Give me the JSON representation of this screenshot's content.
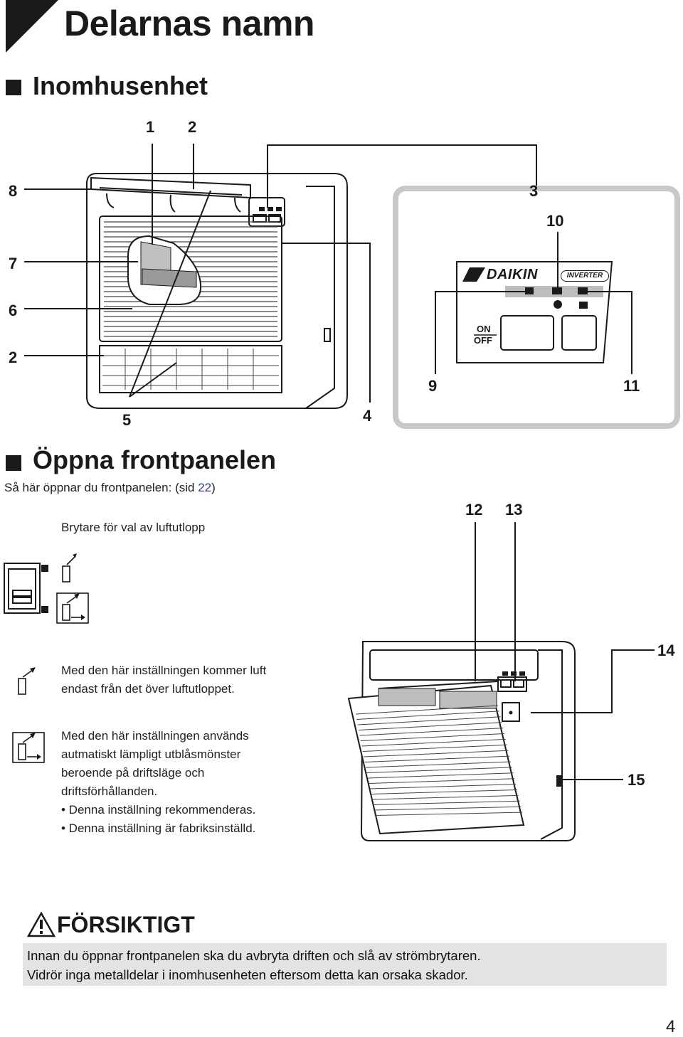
{
  "page": {
    "title": "Delarnas namn",
    "page_number": "4"
  },
  "indoor": {
    "heading": "Inomhusenhet",
    "callouts": [
      "1",
      "2",
      "3",
      "10",
      "8",
      "7",
      "6",
      "2",
      "9",
      "11",
      "5",
      "4"
    ],
    "panel": {
      "brand": "DAIKIN",
      "badge": "INVERTER",
      "on_label": "ON",
      "off_label": "OFF"
    }
  },
  "front_panel": {
    "heading": "Öppna frontpanelen",
    "intro_text": "Så här öppnar du frontpanelen: (sid ",
    "intro_ref": "22",
    "intro_end": ")",
    "switch_label": "Brytare för val av luftutlopp",
    "callouts": [
      "12",
      "13",
      "14",
      "15"
    ],
    "option_upper": {
      "lines": [
        "Med den här inställningen kommer luft",
        "endast från det över luftutloppet."
      ]
    },
    "option_auto": {
      "lines": [
        "Med den här inställningen används",
        "autmatiskt lämpligt utblåsmönster",
        "beroende på driftsläge och",
        "driftsförhållanden.",
        "• Denna inställning rekommenderas.",
        "• Denna inställning är fabriksinställd."
      ]
    }
  },
  "caution": {
    "title": "FÖRSIKTIGT",
    "lines": [
      "Innan du öppnar frontpanelen ska du avbryta driften och slå av strömbrytaren.",
      "Vidrör inga metalldelar i inomhusenheten eftersom detta kan orsaka skador."
    ]
  }
}
